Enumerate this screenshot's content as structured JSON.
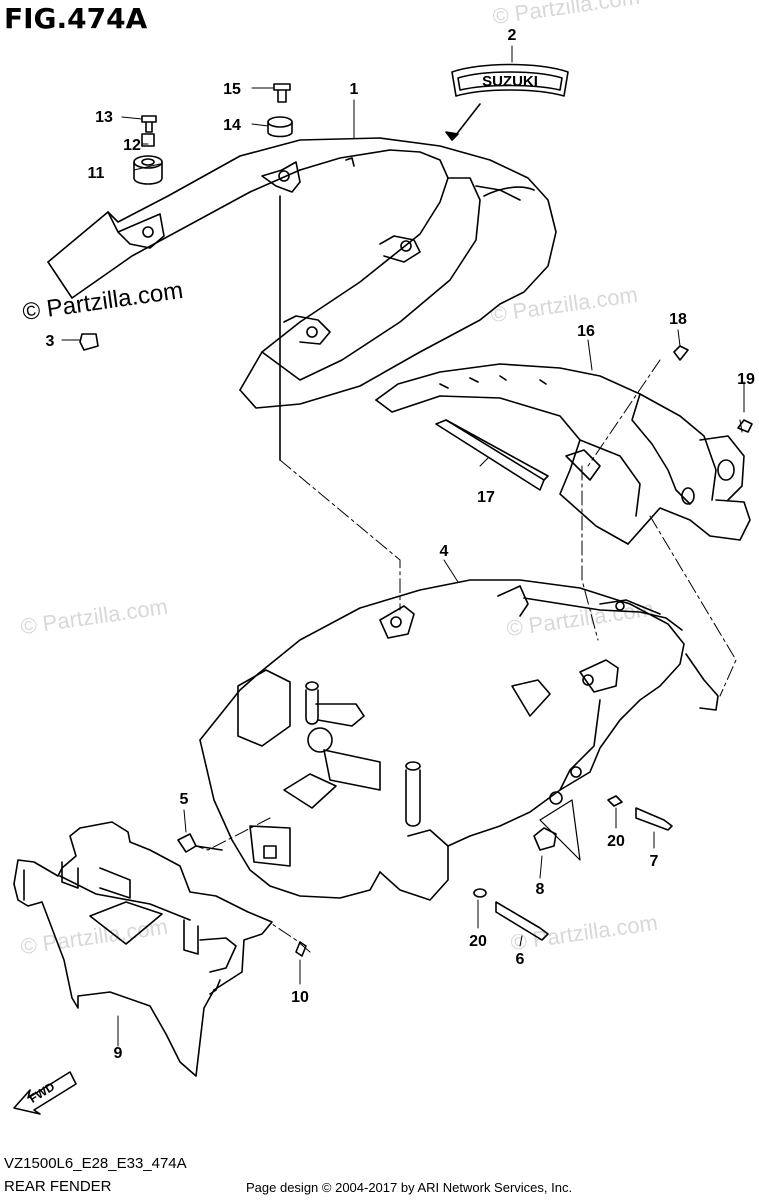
{
  "figure": {
    "title": "FIG.474A",
    "model_code": "VZ1500L6_E28_E33_474A",
    "section_name": "REAR FENDER",
    "credit": "Page design © 2004-2017 by ARI Network Services, Inc."
  },
  "watermark": {
    "text": "© Partzilla.com"
  },
  "emblem": {
    "text": "SUZUKI"
  },
  "fwd_arrow": {
    "text": "FWD"
  },
  "callouts": [
    "1",
    "2",
    "3",
    "4",
    "5",
    "6",
    "7",
    "8",
    "9",
    "10",
    "11",
    "12",
    "13",
    "14",
    "15",
    "16",
    "17",
    "18",
    "19",
    "20",
    "20"
  ]
}
